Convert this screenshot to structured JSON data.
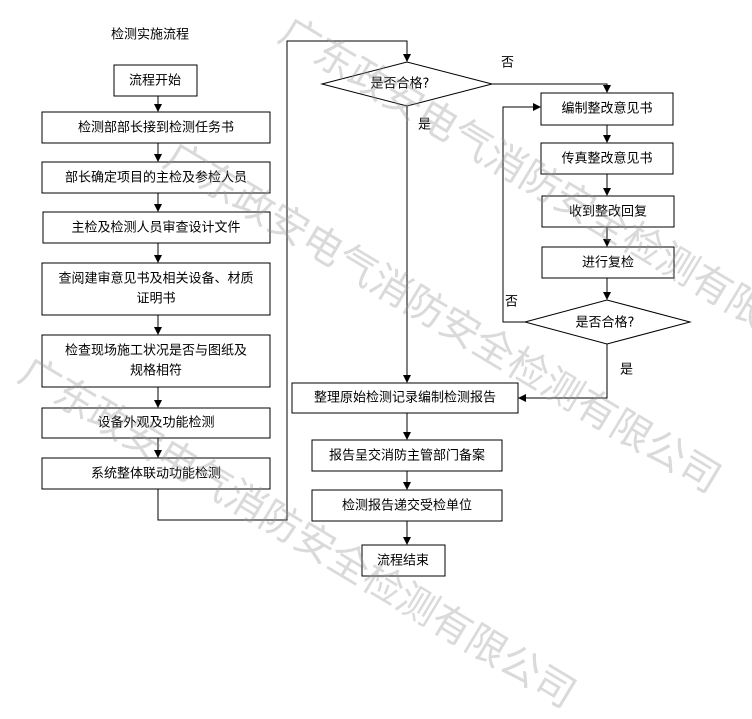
{
  "title": "检测实施流程",
  "left_steps": [
    "流程开始",
    "检测部部长接到检测任务书",
    "部长确定项目的主检及参检人员",
    "主检及检测人员审查设计文件",
    [
      "查阅建审意见书及相关设备、材质",
      "证明书"
    ],
    [
      "检查现场施工状况是否与图纸及",
      "规格相符"
    ],
    "设备外观及功能检测",
    "系统整体联动功能检测"
  ],
  "decision1": {
    "text": "是否合格?",
    "no": "否",
    "yes": "是"
  },
  "rectify_steps": [
    "编制整改意见书",
    "传真整改意见书",
    "收到整改回复",
    "进行复检"
  ],
  "decision2": {
    "text": "是否合格?",
    "no": "否",
    "yes": "是"
  },
  "final_steps": [
    "整理原始检测记录编制检测报告",
    "报告呈交消防主管部门备案",
    "检测报告递交受检单位",
    "流程结束"
  ],
  "watermark": "广东政安电气消防安全检测有限公司"
}
